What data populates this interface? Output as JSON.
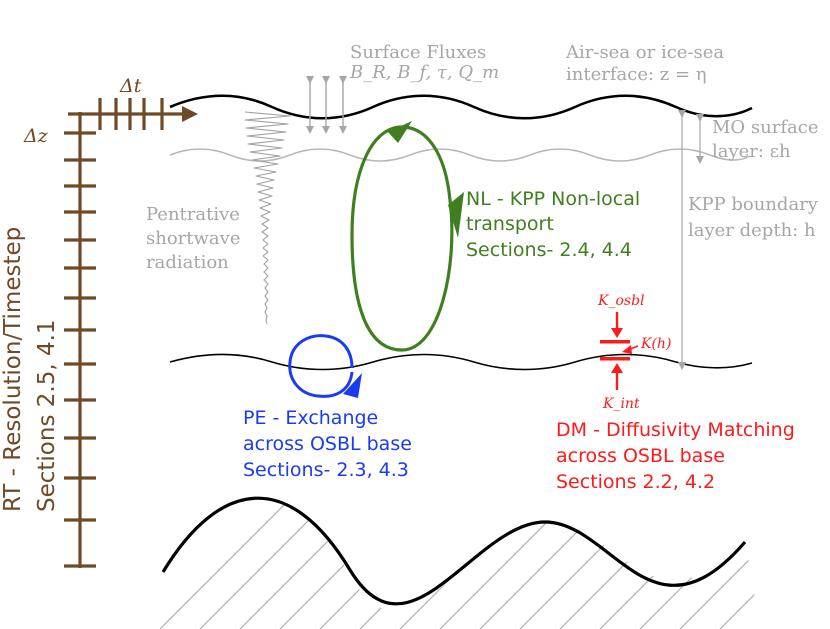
{
  "surface_fluxes": {
    "title": "Surface Fluxes",
    "symbols": "B_R, B_f, τ, Q_m"
  },
  "interface": {
    "line1": "Air-sea or ice-sea",
    "line2": "interface: z = η"
  },
  "mo_layer": {
    "line1": "MO surface",
    "line2": "layer: εh"
  },
  "kpp_depth": {
    "line1": "KPP boundary",
    "line2": "layer depth: h"
  },
  "shortwave": {
    "line1": "Pentrative",
    "line2": "shortwave",
    "line3": "radiation"
  },
  "nl": {
    "line1": "NL - KPP Non-local",
    "line2": "transport",
    "line3": "Sections- 2.4, 4.4"
  },
  "pe": {
    "line1": "PE - Exchange",
    "line2": "across OSBL base",
    "line3": "Sections- 2.3, 4.3"
  },
  "dm": {
    "line1": "DM - Diffusivity Matching",
    "line2": "across OSBL base",
    "line3": "Sections 2.2, 4.2",
    "k_osbl": "K_osbl",
    "k_h": "K(h)",
    "k_int": "K_int"
  },
  "rt": {
    "line1": "RT - Resolution/Timestep",
    "line2": "Sections 2.5, 4.1",
    "dt": "Δt",
    "dz": "Δz"
  },
  "colors": {
    "gray": "#a6a6a6",
    "green": "#3f7f1f",
    "blue": "#1a3cf0",
    "red": "#ff1a1a",
    "brown": "#6e4a26"
  }
}
